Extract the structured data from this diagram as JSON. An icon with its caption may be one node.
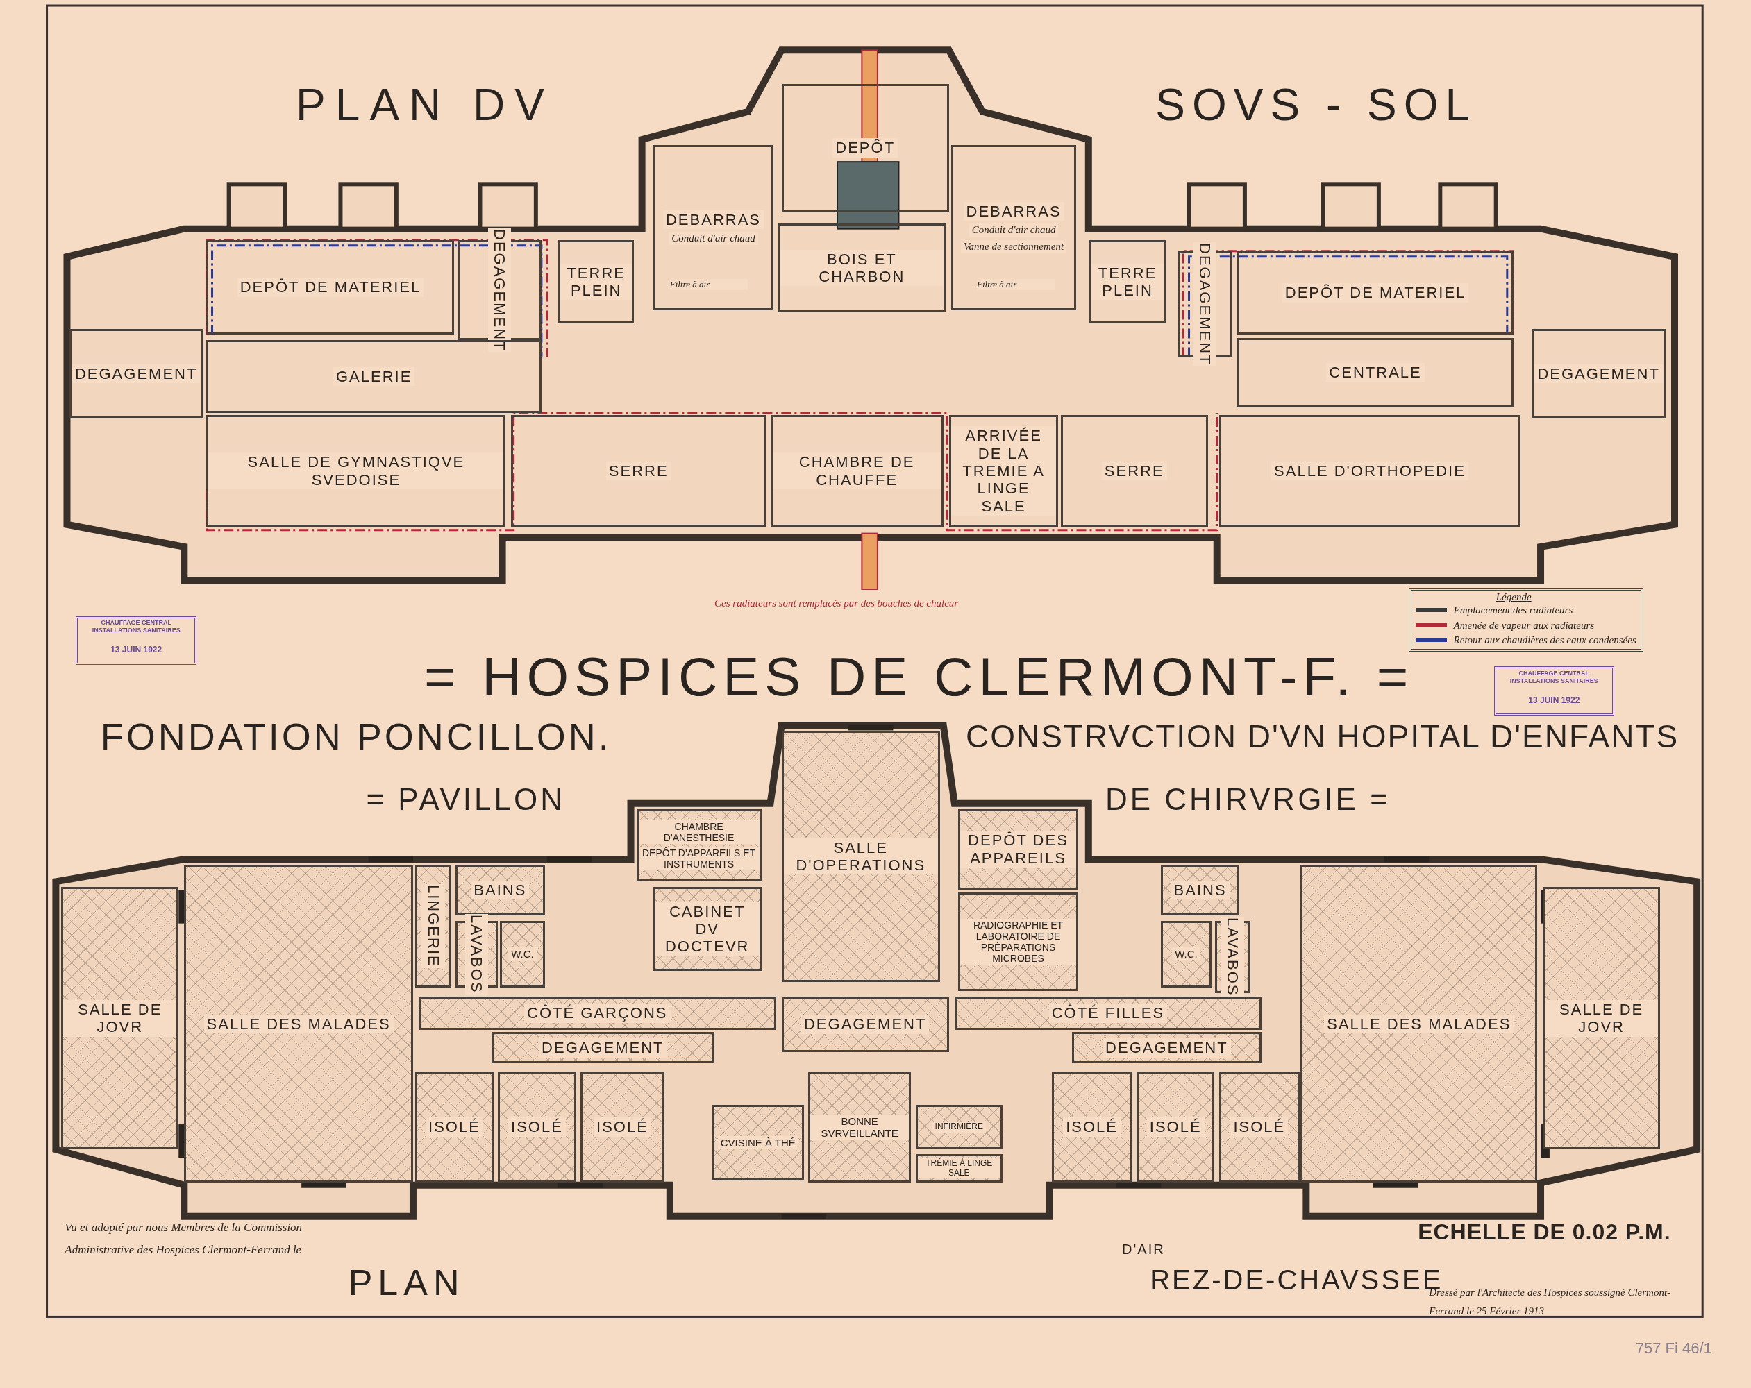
{
  "diagram": {
    "nodes": [
      {
        "text": [
          "DEPÔT"
        ]
      },
      {
        "text": [
          "DEBARRAS",
          "Conduit d'air chaud"
        ]
      },
      {
        "text": [
          "BOIS ET CHARBON"
        ]
      },
      {
        "text": [
          "DEBARRAS",
          "Conduit d'air chaud",
          "Vanne de sectionnement"
        ]
      },
      {
        "text": [
          "DEPÔT DE MATERIEL"
        ]
      },
      {
        "text": [
          "DEGAGEMENT"
        ]
      },
      {
        "text": [
          "TERRE PLEIN"
        ]
      },
      {
        "text": [
          "DEGAGEMENT"
        ]
      },
      {
        "text": [
          "GALERIE"
        ]
      },
      {
        "text": [
          "SALLE DE GYMNASTIQVE SVEDOISE"
        ]
      },
      {
        "text": [
          "SERRE"
        ]
      },
      {
        "text": [
          "CHAMBRE DE CHAUFFE"
        ]
      },
      {
        "text": [
          "ARRIVÉE DE LA TREMIE A LINGE SALE"
        ]
      },
      {
        "text": [
          "SERRE"
        ]
      },
      {
        "text": [
          "SALLE D'ORTHOPEDIE"
        ]
      },
      {
        "text": [
          "TERRE PLEIN"
        ]
      },
      {
        "text": [
          "DEGAGEMENT"
        ]
      },
      {
        "text": [
          "DEPÔT DE MATERIEL"
        ]
      },
      {
        "text": [
          "CENTRALE"
        ]
      },
      {
        "text": [
          "DEGAGEMENT"
        ]
      },
      {
        "text": [
          "SALLE D'OPERATIONS"
        ]
      },
      {
        "text": [
          "CHAMBRE D'ANESTHESIE",
          "DEPÔT D'APPAREILS ET INSTRUMENTS"
        ]
      },
      {
        "text": [
          "DEPÔT DES APPAREILS"
        ]
      },
      {
        "text": [
          "CABINET DV DOCTEVR"
        ]
      },
      {
        "text": [
          "RADIOGRAPHIE ET LABORATOIRE DE PRÉPARATIONS MICROBES"
        ]
      },
      {
        "text": [
          "SALLE DE JOVR"
        ]
      },
      {
        "text": [
          "SALLE DES MALADES"
        ]
      },
      {
        "text": [
          "LINGERIE"
        ]
      },
      {
        "text": [
          "BAINS"
        ]
      },
      {
        "text": [
          "LAVABOS"
        ]
      },
      {
        "text": [
          "W.C."
        ]
      },
      {
        "text": [
          "BAINS"
        ]
      },
      {
        "text": [
          "W.C."
        ]
      },
      {
        "text": [
          "LAVABOS"
        ]
      },
      {
        "text": [
          "SALLE DES MALADES"
        ]
      },
      {
        "text": [
          "SALLE DE JOVR"
        ]
      },
      {
        "text": [
          "CÔTÉ GARÇONS"
        ]
      },
      {
        "text": [
          "DEGAGEMENT"
        ]
      },
      {
        "text": [
          "DEGAGEMENT"
        ]
      },
      {
        "text": [
          "CÔTÉ FILLES"
        ]
      },
      {
        "text": [
          "DEGAGEMENT"
        ]
      },
      {
        "text": [
          "ISOLÉ"
        ]
      },
      {
        "text": [
          "ISOLÉ"
        ]
      },
      {
        "text": [
          "ISOLÉ"
        ]
      },
      {
        "text": [
          "CVISINE À THÉ"
        ]
      },
      {
        "text": [
          "BONNE SVRVEILLANTE"
        ]
      },
      {
        "text": [
          "INFIRMIÈRE"
        ]
      },
      {
        "text": [
          "TRÉMIE À LINGE SALE"
        ]
      },
      {
        "text": [
          "ISOLÉ"
        ]
      },
      {
        "text": [
          "ISOLÉ"
        ]
      },
      {
        "text": [
          "ISOLÉ"
        ]
      }
    ],
    "labels": [
      "PLAN DV",
      "SOVS - SOL",
      "Filtre à air",
      "Filtre à air",
      "Ces radiateurs sont remplacés par des bouches de chaleur",
      "Légende",
      "CHAUFFAGE CENTRAL INSTALLATIONS SANITAIRES",
      "13 JUIN 1922",
      "= HOSPICES DE CLERMONT-F. =",
      "CHAUFFAGE CENTRAL INSTALLATIONS SANITAIRES",
      "13 JUIN 1922",
      "FONDATION PONCILLON.",
      "CONSTRVCTION D'VN HOPITAL D'ENFANTS",
      "= PAVILLON",
      "DE CHIRVRGIE =",
      "Vu et adopté par nous Membres de la Commission Administrative des Hospices Clermont-Ferrand le",
      "ECHELLE DE 0.02 P.M.",
      "D'AIR",
      "PLAN",
      "REZ-DE-CHAVSSEE",
      "Dressé par l'Architecte des Hospices soussigné Clermont-Ferrand le 25 Février 1913",
      "757 Fi 46/1"
    ],
    "legend": [
      {
        "text": "Emplacement des radiateurs",
        "color": "#3a3a3a"
      },
      {
        "text": "Amenée de vapeur aux radiateurs",
        "color": "#b0283a"
      },
      {
        "text": "Retour aux chaudières des eaux condensées",
        "color": "#2a3a94"
      }
    ]
  }
}
